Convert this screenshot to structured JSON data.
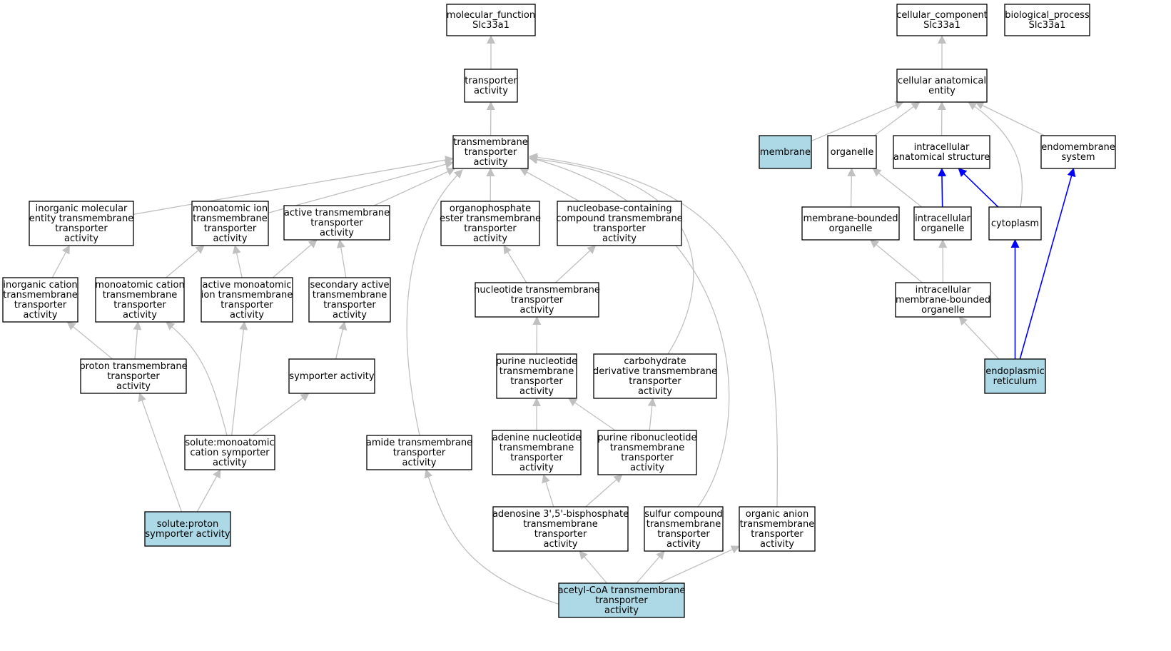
{
  "colors": {
    "highlight_fill": "#add8e6",
    "plain_fill": "#ffffff",
    "edge_default": "#c0c0c0",
    "edge_highlight": "#0000ff"
  },
  "nodes": {
    "mf_root": {
      "lines": [
        "molecular_function",
        "Slc33a1"
      ],
      "highlight": false
    },
    "cc_root": {
      "lines": [
        "cellular_component",
        "Slc33a1"
      ],
      "highlight": false
    },
    "bp_root": {
      "lines": [
        "biological_process",
        "Slc33a1"
      ],
      "highlight": false
    },
    "transporter": {
      "lines": [
        "transporter",
        "activity"
      ],
      "highlight": false
    },
    "tm_transporter": {
      "lines": [
        "transmembrane",
        "transporter",
        "activity"
      ],
      "highlight": false
    },
    "cae": {
      "lines": [
        "cellular anatomical",
        "entity"
      ],
      "highlight": false
    },
    "membrane": {
      "lines": [
        "membrane"
      ],
      "highlight": true
    },
    "organelle": {
      "lines": [
        "organelle"
      ],
      "highlight": false
    },
    "intracellular_as": {
      "lines": [
        "intracellular",
        "anatomical structure"
      ],
      "highlight": false
    },
    "endomembrane": {
      "lines": [
        "endomembrane",
        "system"
      ],
      "highlight": false
    },
    "inorganic_molecular": {
      "lines": [
        "inorganic molecular",
        "entity transmembrane",
        "transporter",
        "activity"
      ],
      "highlight": false
    },
    "monoatomic_ion": {
      "lines": [
        "monoatomic ion",
        "transmembrane",
        "transporter",
        "activity"
      ],
      "highlight": false
    },
    "active_tm": {
      "lines": [
        "active transmembrane",
        "transporter",
        "activity"
      ],
      "highlight": false
    },
    "organophosphate": {
      "lines": [
        "organophosphate",
        "ester transmembrane",
        "transporter",
        "activity"
      ],
      "highlight": false
    },
    "nucleobase": {
      "lines": [
        "nucleobase-containing",
        "compound transmembrane",
        "transporter",
        "activity"
      ],
      "highlight": false
    },
    "membrane_bounded": {
      "lines": [
        "membrane-bounded",
        "organelle"
      ],
      "highlight": false
    },
    "intracellular_organelle": {
      "lines": [
        "intracellular",
        "organelle"
      ],
      "highlight": false
    },
    "cytoplasm": {
      "lines": [
        "cytoplasm"
      ],
      "highlight": false
    },
    "inorganic_cation": {
      "lines": [
        "inorganic cation",
        "transmembrane",
        "transporter",
        "activity"
      ],
      "highlight": false
    },
    "monoatomic_cation": {
      "lines": [
        "monoatomic cation",
        "transmembrane",
        "transporter",
        "activity"
      ],
      "highlight": false
    },
    "active_monoatomic": {
      "lines": [
        "active monoatomic",
        "ion transmembrane",
        "transporter",
        "activity"
      ],
      "highlight": false
    },
    "secondary_active": {
      "lines": [
        "secondary active",
        "transmembrane",
        "transporter",
        "activity"
      ],
      "highlight": false
    },
    "nucleotide_tm": {
      "lines": [
        "nucleotide transmembrane",
        "transporter",
        "activity"
      ],
      "highlight": false
    },
    "intracellular_mbo": {
      "lines": [
        "intracellular",
        "membrane-bounded",
        "organelle"
      ],
      "highlight": false
    },
    "proton_tm": {
      "lines": [
        "proton transmembrane",
        "transporter",
        "activity"
      ],
      "highlight": false
    },
    "symporter": {
      "lines": [
        "symporter activity"
      ],
      "highlight": false
    },
    "purine_nucleotide": {
      "lines": [
        "purine nucleotide",
        "transmembrane",
        "transporter",
        "activity"
      ],
      "highlight": false
    },
    "carbohydrate_deriv": {
      "lines": [
        "carbohydrate",
        "derivative transmembrane",
        "transporter",
        "activity"
      ],
      "highlight": false
    },
    "er": {
      "lines": [
        "endoplasmic",
        "reticulum"
      ],
      "highlight": true
    },
    "solute_monoatomic": {
      "lines": [
        "solute:monoatomic",
        "cation symporter",
        "activity"
      ],
      "highlight": false
    },
    "amide_tm": {
      "lines": [
        "amide transmembrane",
        "transporter",
        "activity"
      ],
      "highlight": false
    },
    "adenine_nucleotide": {
      "lines": [
        "adenine nucleotide",
        "transmembrane",
        "transporter",
        "activity"
      ],
      "highlight": false
    },
    "purine_ribonucleotide": {
      "lines": [
        "purine ribonucleotide",
        "transmembrane",
        "transporter",
        "activity"
      ],
      "highlight": false
    },
    "solute_proton": {
      "lines": [
        "solute:proton",
        "symporter activity"
      ],
      "highlight": true
    },
    "adenosine_bisphosphate": {
      "lines": [
        "adenosine 3',5'-bisphosphate",
        "transmembrane",
        "transporter",
        "activity"
      ],
      "highlight": false
    },
    "sulfur_compound": {
      "lines": [
        "sulfur compound",
        "transmembrane",
        "transporter",
        "activity"
      ],
      "highlight": false
    },
    "organic_anion": {
      "lines": [
        "organic anion",
        "transmembrane",
        "transporter",
        "activity"
      ],
      "highlight": false
    },
    "acetyl_coa": {
      "lines": [
        "acetyl-CoA transmembrane",
        "transporter",
        "activity"
      ],
      "highlight": true
    }
  },
  "edges": [
    {
      "from": "transporter",
      "to": "mf_root",
      "kind": "is_a"
    },
    {
      "from": "tm_transporter",
      "to": "transporter",
      "kind": "is_a"
    },
    {
      "from": "inorganic_molecular",
      "to": "tm_transporter",
      "kind": "is_a"
    },
    {
      "from": "monoatomic_ion",
      "to": "tm_transporter",
      "kind": "is_a"
    },
    {
      "from": "active_tm",
      "to": "tm_transporter",
      "kind": "is_a"
    },
    {
      "from": "organophosphate",
      "to": "tm_transporter",
      "kind": "is_a"
    },
    {
      "from": "nucleobase",
      "to": "tm_transporter",
      "kind": "is_a"
    },
    {
      "from": "amide_tm",
      "to": "tm_transporter",
      "kind": "is_a"
    },
    {
      "from": "carbohydrate_deriv",
      "to": "tm_transporter",
      "kind": "is_a"
    },
    {
      "from": "sulfur_compound",
      "to": "tm_transporter",
      "kind": "is_a"
    },
    {
      "from": "organic_anion",
      "to": "tm_transporter",
      "kind": "is_a"
    },
    {
      "from": "inorganic_cation",
      "to": "inorganic_molecular",
      "kind": "is_a"
    },
    {
      "from": "monoatomic_cation",
      "to": "monoatomic_ion",
      "kind": "is_a"
    },
    {
      "from": "active_monoatomic",
      "to": "monoatomic_ion",
      "kind": "is_a"
    },
    {
      "from": "active_monoatomic",
      "to": "active_tm",
      "kind": "is_a"
    },
    {
      "from": "secondary_active",
      "to": "active_tm",
      "kind": "is_a"
    },
    {
      "from": "nucleotide_tm",
      "to": "organophosphate",
      "kind": "is_a"
    },
    {
      "from": "nucleotide_tm",
      "to": "nucleobase",
      "kind": "is_a"
    },
    {
      "from": "proton_tm",
      "to": "inorganic_cation",
      "kind": "is_a"
    },
    {
      "from": "proton_tm",
      "to": "monoatomic_cation",
      "kind": "is_a"
    },
    {
      "from": "solute_monoatomic",
      "to": "monoatomic_cation",
      "kind": "is_a"
    },
    {
      "from": "solute_monoatomic",
      "to": "active_monoatomic",
      "kind": "is_a"
    },
    {
      "from": "symporter",
      "to": "secondary_active",
      "kind": "is_a"
    },
    {
      "from": "solute_monoatomic",
      "to": "symporter",
      "kind": "is_a"
    },
    {
      "from": "purine_nucleotide",
      "to": "nucleotide_tm",
      "kind": "is_a"
    },
    {
      "from": "adenine_nucleotide",
      "to": "purine_nucleotide",
      "kind": "is_a"
    },
    {
      "from": "purine_ribonucleotide",
      "to": "purine_nucleotide",
      "kind": "is_a"
    },
    {
      "from": "purine_ribonucleotide",
      "to": "carbohydrate_deriv",
      "kind": "is_a"
    },
    {
      "from": "solute_proton",
      "to": "proton_tm",
      "kind": "is_a"
    },
    {
      "from": "solute_proton",
      "to": "solute_monoatomic",
      "kind": "is_a"
    },
    {
      "from": "adenosine_bisphosphate",
      "to": "adenine_nucleotide",
      "kind": "is_a"
    },
    {
      "from": "adenosine_bisphosphate",
      "to": "purine_ribonucleotide",
      "kind": "is_a"
    },
    {
      "from": "acetyl_coa",
      "to": "amide_tm",
      "kind": "is_a"
    },
    {
      "from": "acetyl_coa",
      "to": "adenosine_bisphosphate",
      "kind": "is_a"
    },
    {
      "from": "acetyl_coa",
      "to": "sulfur_compound",
      "kind": "is_a"
    },
    {
      "from": "acetyl_coa",
      "to": "organic_anion",
      "kind": "is_a"
    },
    {
      "from": "cae",
      "to": "cc_root",
      "kind": "is_a"
    },
    {
      "from": "membrane",
      "to": "cae",
      "kind": "is_a"
    },
    {
      "from": "organelle",
      "to": "cae",
      "kind": "is_a"
    },
    {
      "from": "intracellular_as",
      "to": "cae",
      "kind": "is_a"
    },
    {
      "from": "endomembrane",
      "to": "cae",
      "kind": "is_a"
    },
    {
      "from": "cytoplasm",
      "to": "cae",
      "kind": "is_a"
    },
    {
      "from": "membrane_bounded",
      "to": "organelle",
      "kind": "is_a"
    },
    {
      "from": "intracellular_organelle",
      "to": "organelle",
      "kind": "is_a"
    },
    {
      "from": "intracellular_organelle",
      "to": "intracellular_as",
      "kind": "part_of"
    },
    {
      "from": "cytoplasm",
      "to": "intracellular_as",
      "kind": "part_of"
    },
    {
      "from": "intracellular_mbo",
      "to": "membrane_bounded",
      "kind": "is_a"
    },
    {
      "from": "intracellular_mbo",
      "to": "intracellular_organelle",
      "kind": "is_a"
    },
    {
      "from": "er",
      "to": "intracellular_mbo",
      "kind": "is_a"
    },
    {
      "from": "er",
      "to": "cytoplasm",
      "kind": "part_of"
    },
    {
      "from": "er",
      "to": "endomembrane",
      "kind": "part_of"
    }
  ]
}
